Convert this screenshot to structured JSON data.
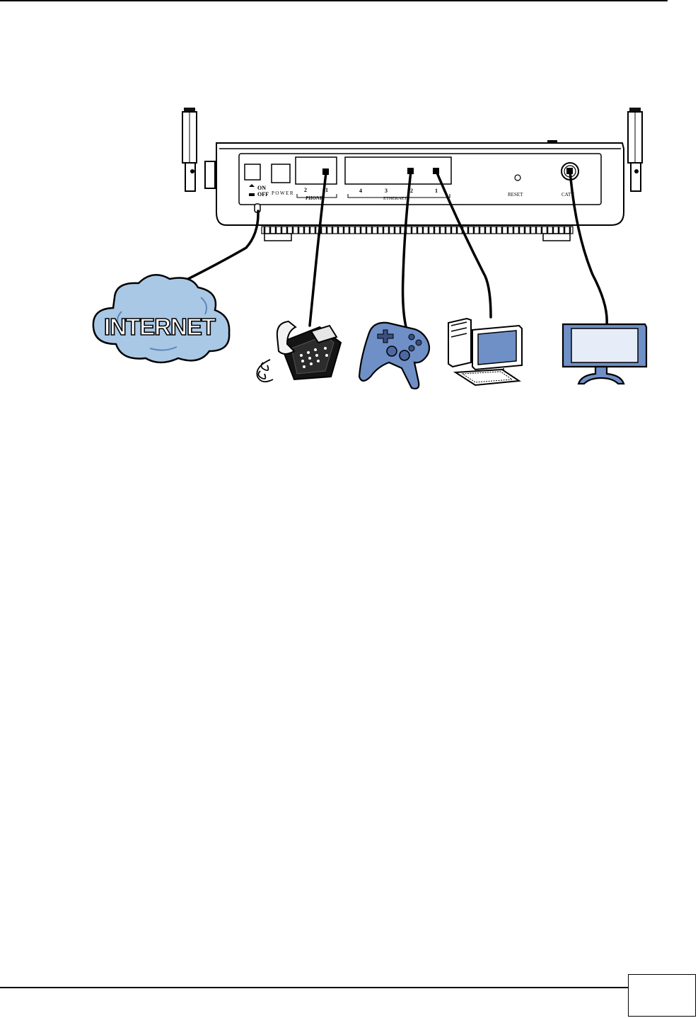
{
  "router": {
    "power_on_label": "ON",
    "power_off_label": "OFF",
    "power_label": "POWER",
    "phone_port_2": "2",
    "phone_port_1": "1",
    "phone_label": "PHONE",
    "eth_port_4": "4",
    "eth_port_3": "3",
    "eth_port_2": "2",
    "eth_port_1": "1",
    "ethernet_label": "ETHERNET",
    "reset_label": "RESET",
    "catv_label": "CATV"
  },
  "devices": {
    "internet_label": "INTERNET"
  },
  "footer": {
    "page_number": ""
  },
  "colors": {
    "device_blue": "#6f8fc7",
    "cloud_fill": "#a8c8e6",
    "line": "#000000"
  },
  "icons": [
    "antenna-icon",
    "cloud-icon",
    "telephone-icon",
    "gamepad-icon",
    "computer-icon",
    "television-icon"
  ]
}
